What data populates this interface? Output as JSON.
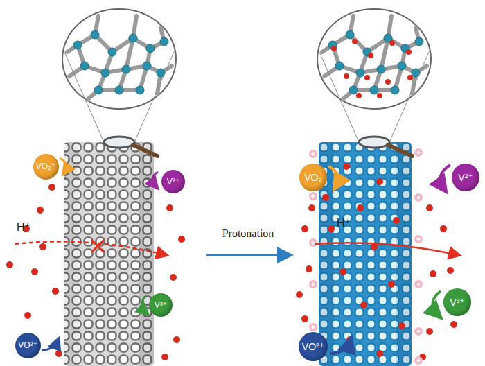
{
  "diagram": {
    "nodes": [
      {
        "text": [
          "VO₂⁺"
        ]
      },
      {
        "text": [
          "V²⁺"
        ]
      },
      {
        "text": [
          "V³⁺"
        ]
      },
      {
        "text": [
          "VO²⁺"
        ]
      },
      {
        "text": [
          "VO₂"
        ]
      },
      {
        "text": [
          "V²⁺"
        ]
      },
      {
        "text": [
          "V³⁺"
        ]
      },
      {
        "text": [
          "VO²⁺"
        ]
      }
    ],
    "labels": [
      "H⁺",
      "Protonation",
      "H⁺"
    ]
  }
}
